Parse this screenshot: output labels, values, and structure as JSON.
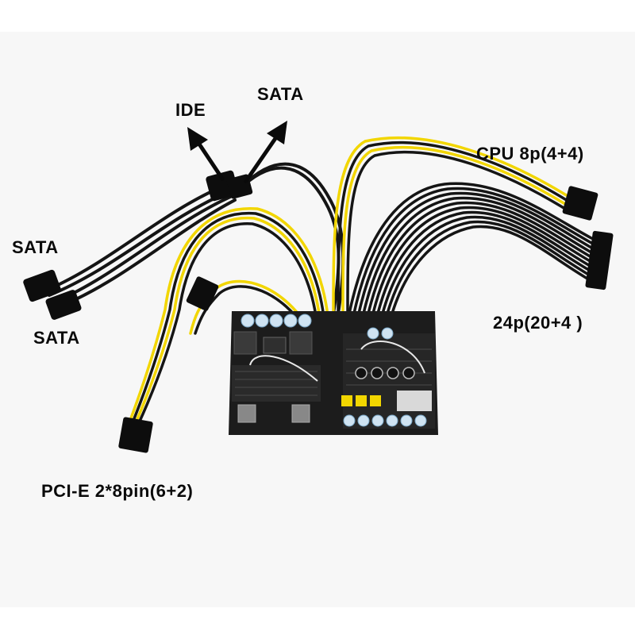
{
  "labels": {
    "ide": "IDE",
    "sata_top": "SATA",
    "cpu": "CPU 8p(4+4)",
    "sata_left": "SATA",
    "sata_left2": "SATA",
    "atx24": "24p(20+4 )",
    "pcie": "PCI-E 2*8pin(6+2)"
  },
  "colors": {
    "background": "#f7f7f7",
    "pcb": "#1c1c1c",
    "heatsink": "#2a2a2a",
    "yellow_wire": "#f2d600",
    "black_wire": "#151515",
    "capacitor": "#cfe3f2"
  }
}
